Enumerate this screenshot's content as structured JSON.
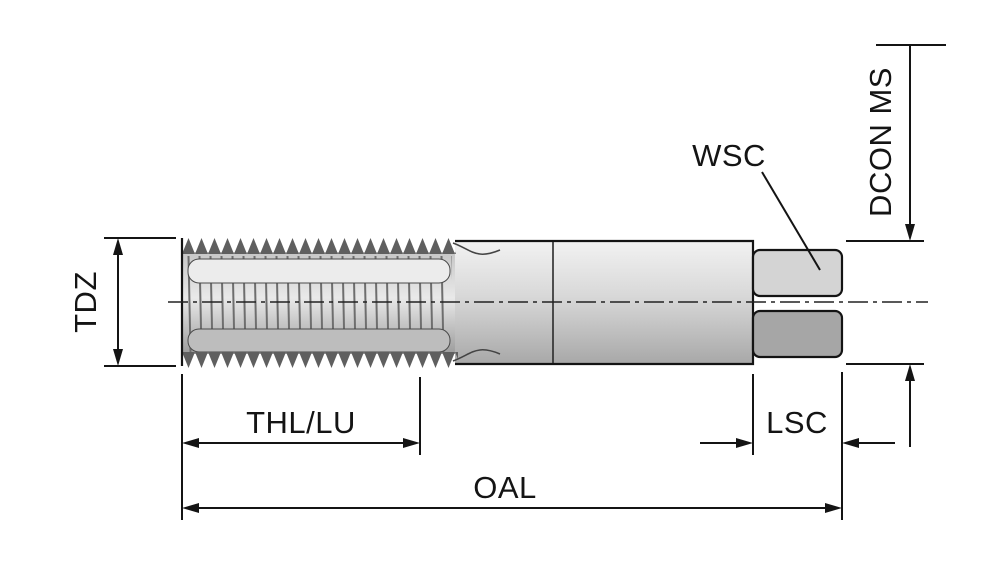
{
  "diagram": {
    "description": "Technical dimension drawing of a hand tap cutting tool",
    "labels": {
      "tdz": "TDZ",
      "thl_lu": "THL/LU",
      "oal": "OAL",
      "lsc": "LSC",
      "wsc": "WSC",
      "dcon_ms": "DCON MS"
    },
    "colors": {
      "line": "#141414",
      "body_light": "#ececec",
      "body_mid": "#c9c9c9",
      "body_dark": "#a0a0a0",
      "background": "#ffffff"
    }
  }
}
